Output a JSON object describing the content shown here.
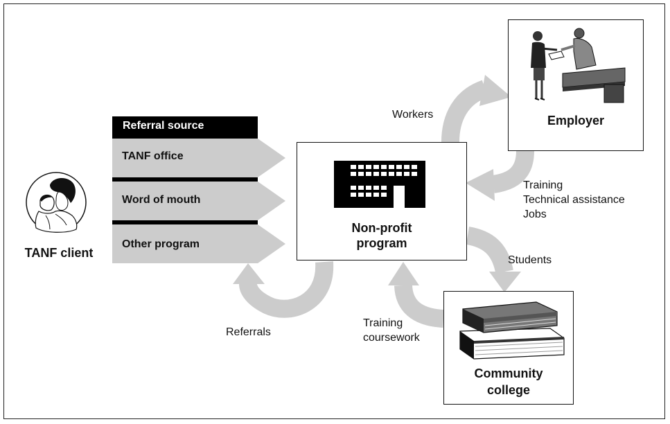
{
  "colors": {
    "arrow_gray": "#cccccc",
    "black": "#000000",
    "band_gray": "#d0d0d0"
  },
  "client": {
    "label": "TANF client",
    "icon": "mother-and-child-portrait-icon"
  },
  "referral_source": {
    "header": "Referral source",
    "items": [
      "TANF office",
      "Word of mouth",
      "Other program"
    ]
  },
  "nonprofit": {
    "line1": "Non-profit",
    "line2": "program",
    "icon": "building-icon"
  },
  "employer": {
    "label": "Employer",
    "icon": "business-handshake-icon"
  },
  "college": {
    "line1": "Community",
    "line2": "college",
    "icon": "books-icon"
  },
  "flows": {
    "workers": "Workers",
    "employer_to_nonprofit": [
      "Training",
      "Technical assistance",
      "Jobs"
    ],
    "students": "Students",
    "college_to_nonprofit": [
      "Training",
      "coursework"
    ],
    "referrals": "Referrals"
  }
}
